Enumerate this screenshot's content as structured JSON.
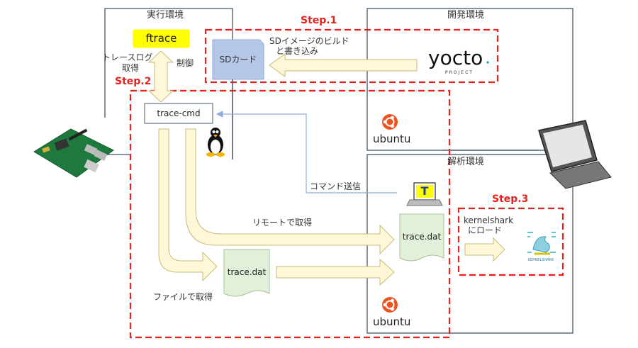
{
  "diagram": {
    "exec_env_title": "実行環境",
    "dev_env_title": "開発環境",
    "analysis_env_title": "解析環境",
    "step1_label": "Step.1",
    "step2_label": "Step.2",
    "step3_label": "Step.3",
    "ftrace_label": "ftrace",
    "trace_log_label": "トレースログ",
    "trace_log_label2": "取得",
    "control_label": "制御",
    "sd_card_label": "SDカード",
    "sd_build_label": "SDイメージのビルド",
    "sd_build_label2": "と書き込み",
    "yocto_label": "yocto",
    "yocto_sub": "PROJECT",
    "trace_cmd_label": "trace-cmd",
    "ubuntu_label_top": "ubuntu",
    "ubuntu_label_bottom": "ubuntu",
    "command_send_label": "コマンド送信",
    "remote_get_label": "リモートで取得",
    "file_get_label": "ファイルで取得",
    "trace_dat_left": "trace.dat",
    "trace_dat_right": "trace.dat",
    "kernelshark_label": "kernelshark",
    "kernelshark_label2": "にロード",
    "kernelshark_logo_text": "KERNELSHARK",
    "terminal_glyph": "T"
  },
  "colors": {
    "step_red": "#e8211d",
    "ftrace_yellow": "#ffff00",
    "arrow_fill": "#fff8d8",
    "arrow_stroke": "#c9b97a",
    "doc_green": "#e2efd9",
    "sd_blue": "#b4c7e7",
    "ubuntu_orange": "#e95420",
    "env_border": "#44546a",
    "cmd_arrow": "#8faadc"
  },
  "icons": [
    "raspberry-pi-board-icon",
    "laptop-icon",
    "linux-penguin-icon",
    "ubuntu-icon",
    "terminal-icon",
    "kernelshark-logo-icon"
  ]
}
